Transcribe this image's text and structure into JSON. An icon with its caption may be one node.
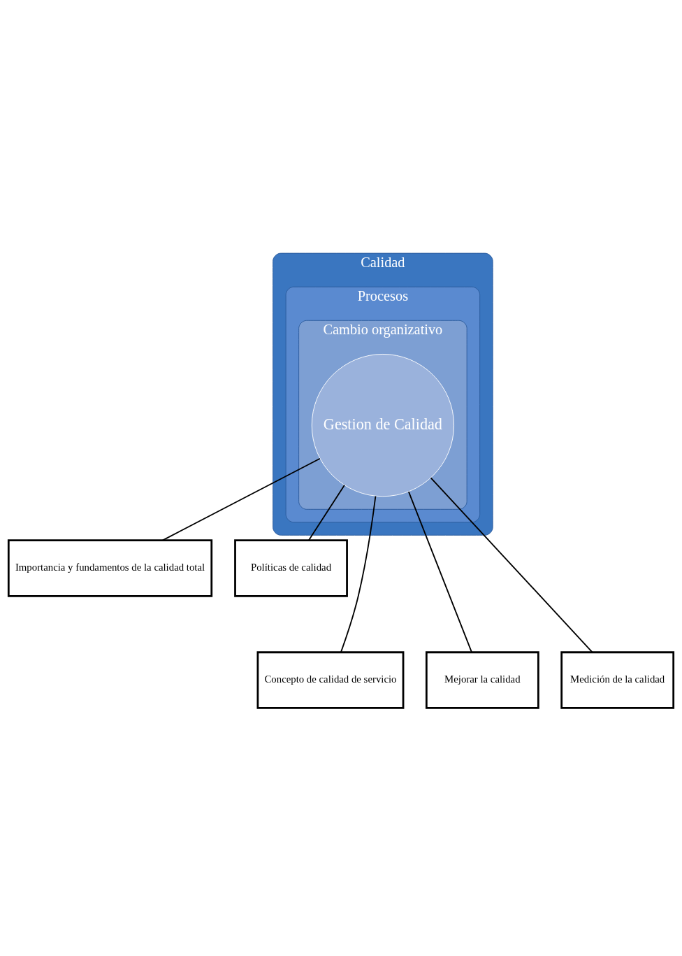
{
  "diagram": {
    "nodes": [
      {
        "text": [
          "Calidad"
        ]
      },
      {
        "text": [
          "Procesos"
        ],
        "in": 0
      },
      {
        "text": [
          "Cambio organizativo"
        ],
        "in": 1
      },
      {
        "text": [
          "Gestion de Calidad"
        ],
        "in": 2
      },
      {
        "text": [
          "Importancia y fundamentos de la calidad total"
        ]
      },
      {
        "text": [
          "Políticas de calidad"
        ]
      },
      {
        "text": [
          "Concepto de calidad de servicio"
        ]
      },
      {
        "text": [
          "Mejorar la calidad"
        ]
      },
      {
        "text": [
          "Medición de la calidad"
        ]
      }
    ],
    "edges": [
      {
        "from": 3,
        "to": 4,
        "arrow": "none"
      },
      {
        "from": 3,
        "to": 5,
        "arrow": "none"
      },
      {
        "from": 3,
        "to": 6,
        "arrow": "none"
      },
      {
        "from": 3,
        "to": 7,
        "arrow": "none"
      },
      {
        "from": 3,
        "to": 8,
        "arrow": "none"
      }
    ]
  }
}
